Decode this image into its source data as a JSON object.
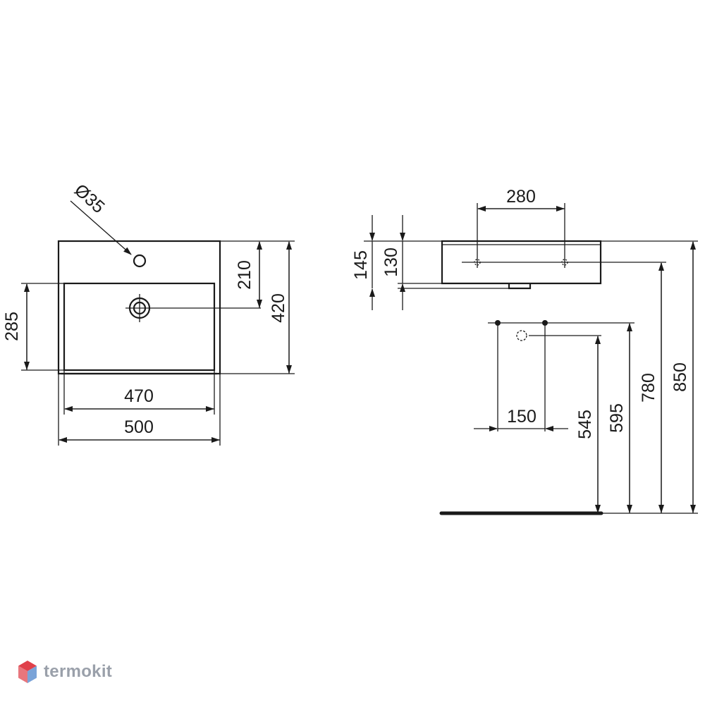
{
  "front_view": {
    "dims": {
      "hole_diameter": "Ø35",
      "d_210": "210",
      "d_420": "420",
      "d_285": "285",
      "d_470": "470",
      "d_500": "500"
    }
  },
  "side_view": {
    "dims": {
      "d_280": "280",
      "d_145": "145",
      "d_130": "130",
      "d_150": "150",
      "d_545": "545",
      "d_595": "595",
      "d_780": "780",
      "d_850": "850"
    }
  },
  "watermark": {
    "text": "termokit"
  },
  "colors": {
    "line": "#1a1a1a",
    "brand_red": "#e0404a",
    "brand_blue": "#7aa3d8",
    "brand_text": "#9aa0aa"
  }
}
